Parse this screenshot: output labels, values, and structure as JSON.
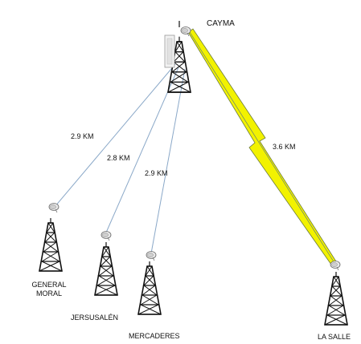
{
  "towers": {
    "main": {
      "name": "CAYMA"
    },
    "general_moral": {
      "name_line1": "GENERAL",
      "name_line2": "MORAL"
    },
    "jerusalen": {
      "name": "JERSUSALÉN"
    },
    "mercaderes": {
      "name": "MERCADERES"
    },
    "la_salle": {
      "name": "LA SALLE"
    }
  },
  "links": {
    "general_moral": {
      "distance": "2.9 KM"
    },
    "jerusalen": {
      "distance": "2.8 KM"
    },
    "mercaderes": {
      "distance": "2.9 KM"
    },
    "la_salle": {
      "distance": "3.6 KM"
    }
  },
  "colors": {
    "background": "#ffffff",
    "tower_stroke": "#111111",
    "link_line": "#8aa8c8",
    "wireless_bolt": "#f2f200",
    "wireless_stroke": "#6b7a3a"
  },
  "icons": [
    "tower-icon",
    "dish-antenna-icon",
    "sector-antenna-icon",
    "lightning-link-icon"
  ]
}
